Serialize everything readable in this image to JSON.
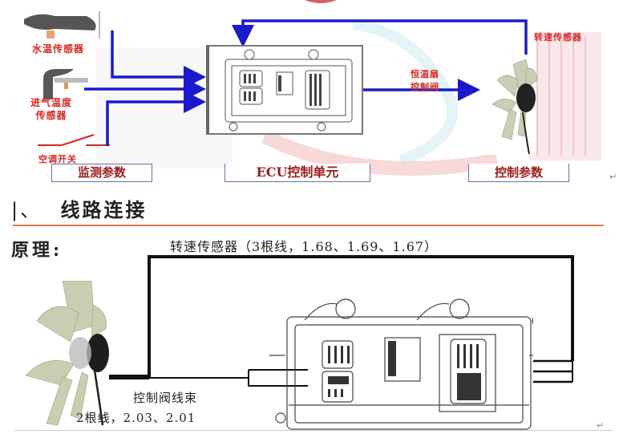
{
  "top_diagram": {
    "inputs": [
      {
        "label": "水温传感器"
      },
      {
        "label": "进气温度",
        "label2": "传感器"
      },
      {
        "label": "空调开关"
      }
    ],
    "ecu_output_label_line1": "恒温扇",
    "ecu_output_label_line2": "控制阀",
    "speed_sensor_label": "转速传感器",
    "captions": {
      "monitor": "监测参数",
      "ecu": "ECU控制单元",
      "control": "控制参数"
    },
    "colors": {
      "arrow": "#1a1acc",
      "label": "#d8261f",
      "caption_text": "#9b1c1c",
      "caption_border": "#6a70a8"
    }
  },
  "section": {
    "number_fragment": "|、",
    "title": "线路连接",
    "rule_color": "#e07a4a"
  },
  "bottom_diagram": {
    "principle_label": "原理:",
    "speed_sensor_wiring": "转速传感器（3根线，1.68、1.69、1.67）",
    "valve_harness_label": "控制阀线束",
    "valve_harness_wires": "2根线，2.03、2.01"
  },
  "return_marks": [
    "↵",
    "↵"
  ]
}
